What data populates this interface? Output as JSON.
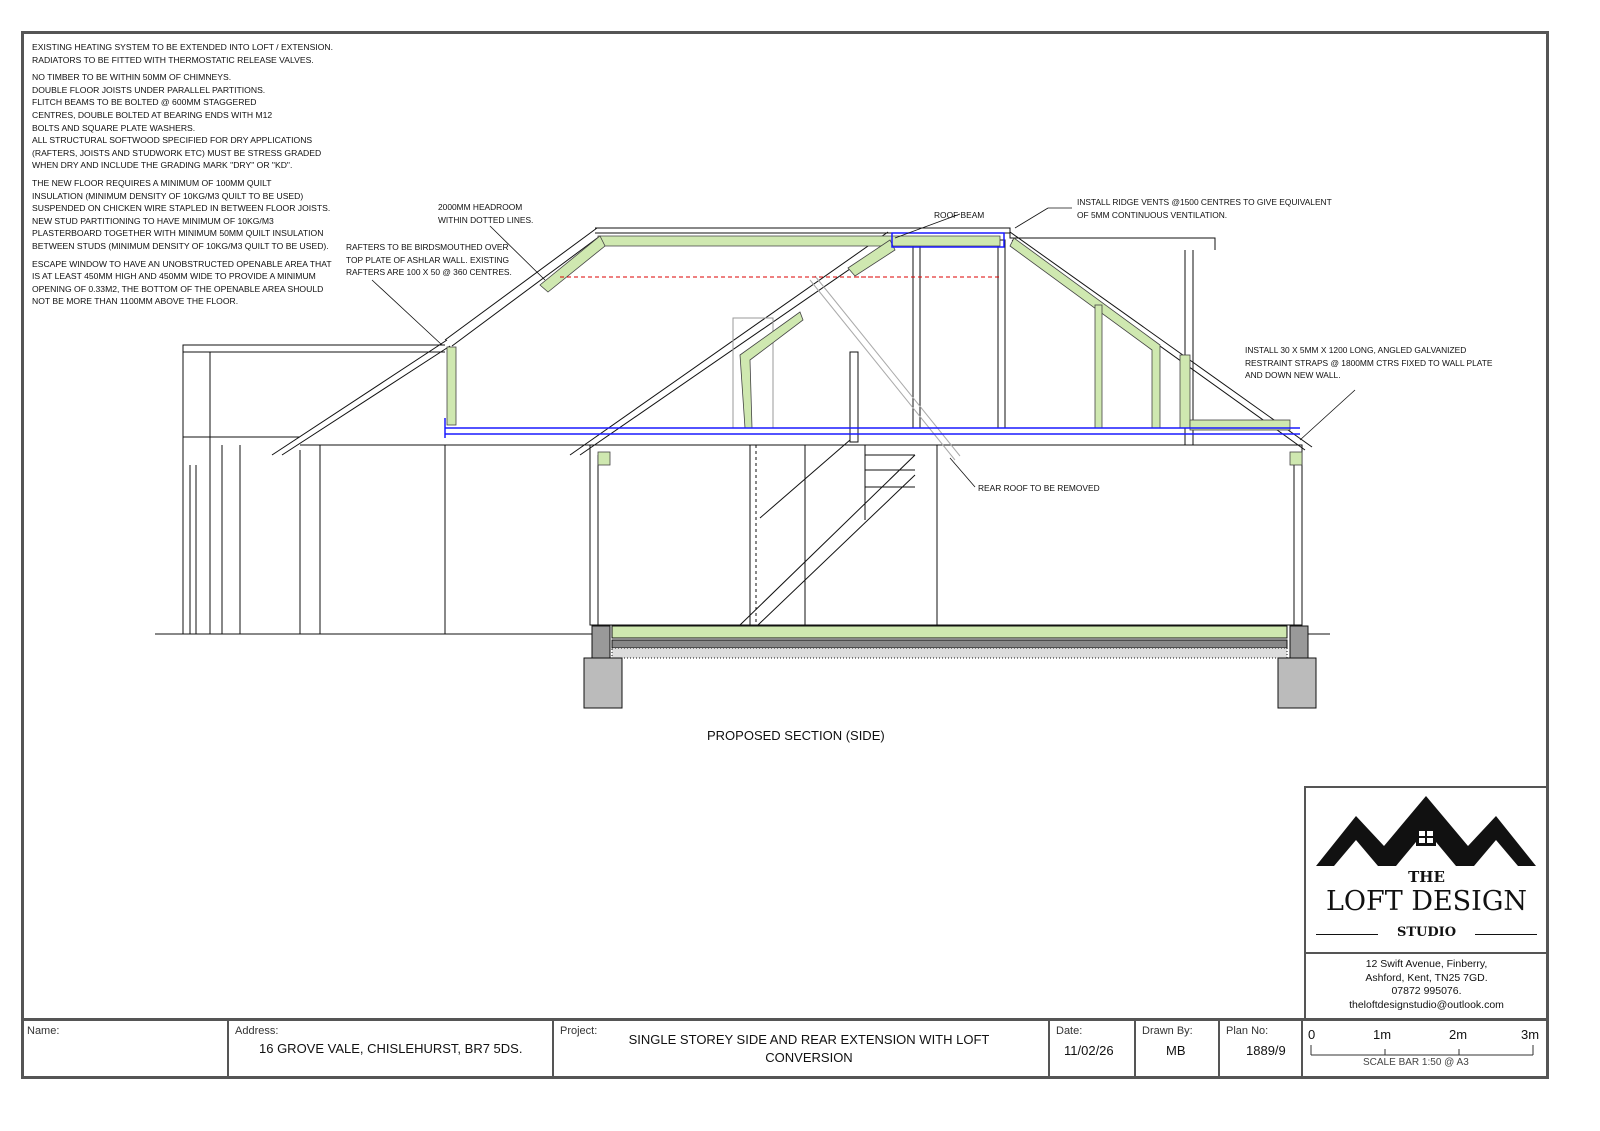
{
  "notes": [
    "EXISTING HEATING SYSTEM TO BE EXTENDED INTO LOFT / EXTENSION.\nRADIATORS TO BE FITTED WITH THERMOSTATIC RELEASE VALVES.",
    "NO TIMBER TO BE WITHIN 50MM OF CHIMNEYS.\nDOUBLE FLOOR JOISTS UNDER PARALLEL PARTITIONS.\nFLITCH BEAMS TO BE BOLTED @ 600MM STAGGERED\nCENTRES, DOUBLE BOLTED AT BEARING ENDS WITH M12\nBOLTS AND SQUARE PLATE WASHERS.\nALL STRUCTURAL SOFTWOOD SPECIFIED FOR DRY APPLICATIONS\n(RAFTERS, JOISTS AND STUDWORK ETC) MUST BE STRESS GRADED\nWHEN DRY AND INCLUDE THE GRADING MARK \"DRY\" OR \"KD\".",
    "THE NEW FLOOR REQUIRES A MINIMUM OF 100MM QUILT\nINSULATION (MINIMUM DENSITY OF 10KG/M3 QUILT TO BE USED)\nSUSPENDED ON CHICKEN WIRE STAPLED IN BETWEEN FLOOR JOISTS.\nNEW STUD PARTITIONING TO HAVE MINIMUM OF 10KG/M3\nPLASTERBOARD TOGETHER WITH MINIMUM 50MM QUILT INSULATION\nBETWEEN STUDS (MINIMUM DENSITY OF 10KG/M3 QUILT TO BE USED).",
    "ESCAPE WINDOW TO HAVE AN UNOBSTRUCTED OPENABLE AREA THAT\nIS AT LEAST 450MM HIGH AND 450MM WIDE TO PROVIDE A MINIMUM\nOPENING OF 0.33M2, THE BOTTOM OF THE OPENABLE AREA SHOULD\nNOT BE MORE THAN 1100MM ABOVE THE FLOOR."
  ],
  "annotations": {
    "headroom": "2000MM HEADROOM\nWITHIN DOTTED LINES.",
    "rafters": "RAFTERS TO BE BIRDSMOUTHED OVER\nTOP PLATE OF ASHLAR WALL. EXISTING\nRAFTERS ARE 100 X 50 @ 360 CENTRES.",
    "roof_beam": "ROOF BEAM",
    "ridge_vents": "INSTALL RIDGE VENTS @1500 CENTRES TO GIVE EQUIVALENT\nOF 5MM CONTINUOUS VENTILATION.",
    "straps": "INSTALL 30 X 5MM X 1200 LONG, ANGLED GALVANIZED\nRESTRAINT STRAPS @ 1800MM CTRS FIXED TO WALL PLATE\nAND DOWN NEW WALL.",
    "rear_roof": "REAR ROOF TO BE REMOVED"
  },
  "drawing_title": "PROPOSED SECTION (SIDE)",
  "logo": {
    "the": "THE",
    "name": "LOFT DESIGN",
    "studio": "STUDIO",
    "address": [
      "12 Swift Avenue, Finberry,",
      "Ashford, Kent, TN25 7GD.",
      "07872 995076.",
      "theloftdesignstudio@outlook.com"
    ]
  },
  "title_block": {
    "name_label": "Name:",
    "name_value": "",
    "address_label": "Address:",
    "address_value": "16 GROVE VALE, CHISLEHURST, BR7 5DS.",
    "project_label": "Project:",
    "project_value": "SINGLE STOREY SIDE AND REAR EXTENSION WITH LOFT CONVERSION",
    "date_label": "Date:",
    "date_value": "11/02/26",
    "drawn_label": "Drawn By:",
    "drawn_value": "MB",
    "plan_label": "Plan No:",
    "plan_value": "1889/9",
    "scale_ticks": [
      "0",
      "1m",
      "2m",
      "3m"
    ],
    "scale_caption": "SCALE BAR 1:50 @ A3"
  },
  "colors": {
    "insulation": "#cfe8b0",
    "joist": "#1a1aff",
    "headroom": "#dd0000",
    "frame": "#555555"
  }
}
